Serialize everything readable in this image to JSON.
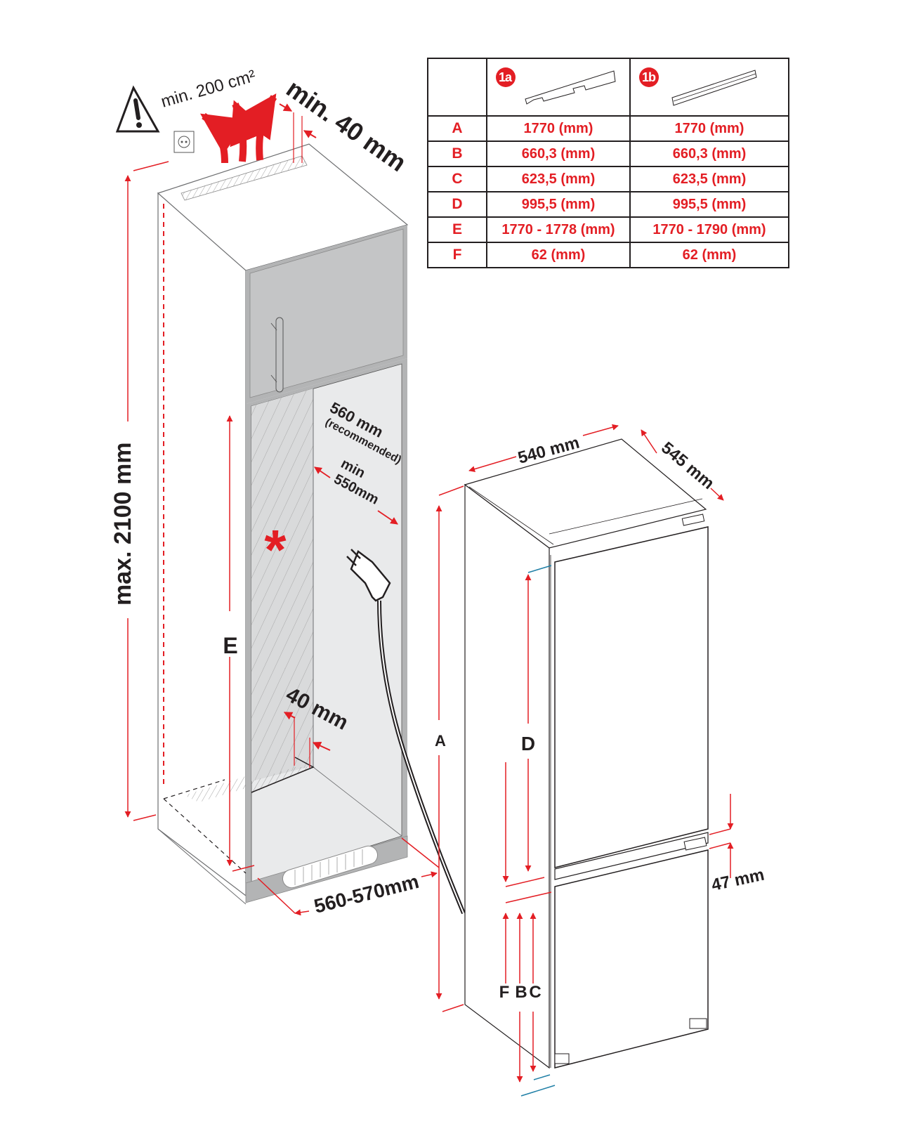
{
  "title": "Built-in refrigerator installation dimensions",
  "colors": {
    "accent": "#e31e24",
    "text": "#231f20",
    "cabinet_grey": "#c4c5c6",
    "niche_light": "#e9eaeb",
    "marker_blue": "#1f7fa6"
  },
  "ventilation": {
    "warning_icon": "warning-triangle-icon",
    "area_label": "min. 200 cm²",
    "top_gap_label": "min. 40 mm",
    "socket_icon": "wall-socket-icon"
  },
  "cabinet": {
    "height_label": "max. 2100 mm",
    "niche_label": "E",
    "asterisk": "*",
    "width_recommended_label": "560 mm",
    "width_recommended_note": "(recommended)",
    "width_min_label": "min",
    "width_min_value": "550mm",
    "rear_gap_label": "40 mm",
    "depth_label": "560-570mm",
    "plug_icon": "power-plug-icon"
  },
  "appliance": {
    "width_label": "540 mm",
    "depth_label": "545 mm",
    "dim_A": "A",
    "dim_D": "D",
    "dim_F": "F",
    "dim_B": "B",
    "dim_C": "C",
    "gap_label": "47 mm"
  },
  "table": {
    "columns": [
      {
        "badge": "1a",
        "icon": "mounting-bracket-1a-icon"
      },
      {
        "badge": "1b",
        "icon": "mounting-bracket-1b-icon"
      }
    ],
    "rows": [
      {
        "key": "A",
        "v1": "1770 (mm)",
        "v2": "1770 (mm)"
      },
      {
        "key": "B",
        "v1": "660,3 (mm)",
        "v2": "660,3 (mm)"
      },
      {
        "key": "C",
        "v1": "623,5 (mm)",
        "v2": "623,5 (mm)"
      },
      {
        "key": "D",
        "v1": "995,5 (mm)",
        "v2": "995,5 (mm)"
      },
      {
        "key": "E",
        "v1": "1770 - 1778 (mm)",
        "v2": "1770 - 1790 (mm)"
      },
      {
        "key": "F",
        "v1": "62 (mm)",
        "v2": "62 (mm)"
      }
    ]
  }
}
